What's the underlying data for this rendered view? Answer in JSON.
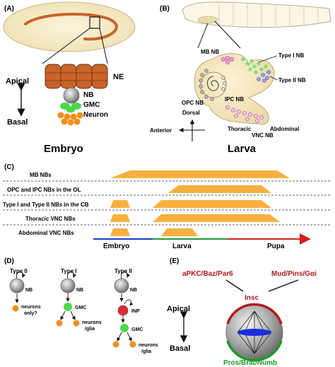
{
  "panels": {
    "a": {
      "label": "(A)",
      "ne": "NE",
      "nb": "NB",
      "gmc": "GMC",
      "neuron": "Neuron",
      "apical": "Apical",
      "basal": "Basal",
      "title": "Embryo"
    },
    "b": {
      "label": "(B)",
      "mb_nb": "MB NB",
      "type1_nb": "Type I NB",
      "type2_nb": "Type II NB",
      "opc_nb": "OPC NB",
      "ipc_nb": "IPC NB",
      "thoracic": "Thoracic",
      "abdominal": "Abdominal",
      "vnc_nb": "VNC NB",
      "dorsal": "Dorsal",
      "anterior": "Anterior",
      "title": "Larva"
    },
    "c": {
      "label": "(C)",
      "rows": [
        {
          "label": "MB NBs"
        },
        {
          "label": "OPC and IPC NBs in the OL"
        },
        {
          "label": "Type I and Type II NBs in the CB"
        },
        {
          "label": "Thoracic VNC NBs"
        },
        {
          "label": "Abdominal VNC NBs"
        }
      ],
      "stages": [
        "Embryo",
        "Larva",
        "Pupa"
      ],
      "stage_colors": [
        "#1f3cc8",
        "#1f9a3a",
        "#d42020"
      ]
    },
    "d": {
      "label": "(D)",
      "type0": "Type 0",
      "type1": "Type I",
      "type2": "Type II",
      "nb": "NB",
      "gmc": "GMC",
      "inp": "INP",
      "neurons_only_1": "neurons",
      "neurons_only_2": "only?",
      "neurons_glia_1": "neurons",
      "neurons_glia_2": "/glia"
    },
    "e": {
      "label": "(E)",
      "apkc": "aPKC/Baz/Par6",
      "mud": "Mud/Pins/Gαi",
      "insc": "Insc",
      "apical": "Apical",
      "basal": "Basal",
      "pros": "Pros/Brat/Numb",
      "apical_color": "#b01c1c",
      "basal_color": "#1c9a2a"
    }
  },
  "colors": {
    "ne_orange": "#c8642a",
    "nb_gray": "#a0a0a0",
    "gmc_green": "#4cd84c",
    "neuron_orange": "#f0901a",
    "bar_orange": "#f7b040",
    "inp_red": "#d83030",
    "spindle_blue": "#1a2ee0"
  }
}
